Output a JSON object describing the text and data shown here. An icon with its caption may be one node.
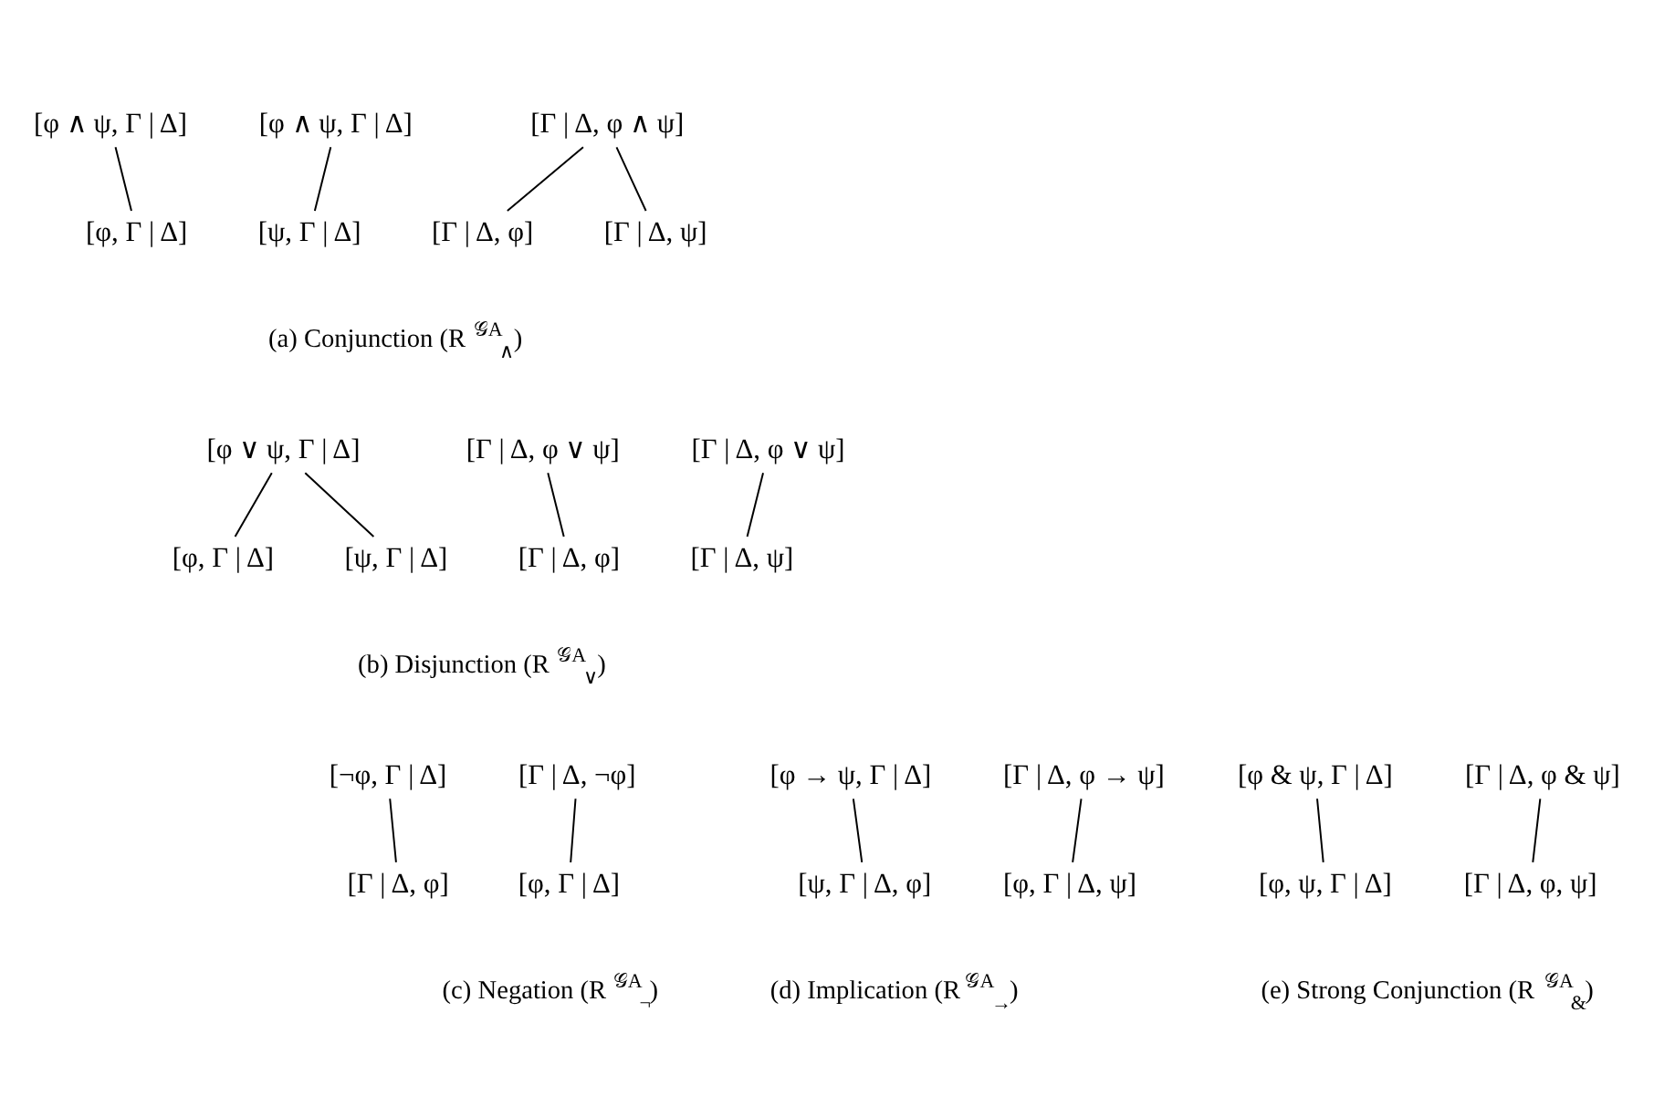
{
  "diagram": {
    "nodes": [
      {
        "text": [
          "[φ ∧ ψ, Γ | Δ]"
        ]
      },
      {
        "text": [
          "[φ, Γ | Δ]"
        ]
      },
      {
        "text": [
          "[φ ∧ ψ, Γ | Δ]"
        ]
      },
      {
        "text": [
          "[ψ, Γ | Δ]"
        ]
      },
      {
        "text": [
          "[Γ | Δ, φ ∧ ψ]"
        ]
      },
      {
        "text": [
          "[Γ | Δ, φ]"
        ]
      },
      {
        "text": [
          "[Γ | Δ, ψ]"
        ]
      },
      {
        "text": [
          "[φ ∨ ψ, Γ | Δ]"
        ]
      },
      {
        "text": [
          "[φ, Γ | Δ]"
        ]
      },
      {
        "text": [
          "[ψ, Γ | Δ]"
        ]
      },
      {
        "text": [
          "[Γ | Δ, φ ∨ ψ]"
        ]
      },
      {
        "text": [
          "[Γ | Δ, φ]"
        ]
      },
      {
        "text": [
          "[Γ | Δ, φ ∨ ψ]"
        ]
      },
      {
        "text": [
          "[Γ | Δ, ψ]"
        ]
      },
      {
        "text": [
          "[¬φ, Γ | Δ]"
        ]
      },
      {
        "text": [
          "[Γ | Δ, φ]"
        ]
      },
      {
        "text": [
          "[Γ | Δ, ¬φ]"
        ]
      },
      {
        "text": [
          "[φ, Γ | Δ]"
        ]
      },
      {
        "text": [
          "[φ → ψ, Γ | Δ]"
        ]
      },
      {
        "text": [
          "[ψ, Γ | Δ, φ]"
        ]
      },
      {
        "text": [
          "[Γ | Δ, φ → ψ]"
        ]
      },
      {
        "text": [
          "[φ, Γ | Δ, ψ]"
        ]
      },
      {
        "text": [
          "[φ & ψ, Γ | Δ]"
        ]
      },
      {
        "text": [
          "[φ, ψ, Γ | Δ]"
        ]
      },
      {
        "text": [
          "[Γ | Δ, φ & ψ]"
        ]
      },
      {
        "text": [
          "[Γ | Δ, φ, ψ]"
        ]
      }
    ],
    "edges": [
      {
        "from": 0,
        "to": 1,
        "arrow": "none"
      },
      {
        "from": 2,
        "to": 3,
        "arrow": "none"
      },
      {
        "from": 4,
        "to": 5,
        "arrow": "none"
      },
      {
        "from": 4,
        "to": 6,
        "arrow": "none"
      },
      {
        "from": 7,
        "to": 8,
        "arrow": "none"
      },
      {
        "from": 7,
        "to": 9,
        "arrow": "none"
      },
      {
        "from": 10,
        "to": 11,
        "arrow": "none"
      },
      {
        "from": 12,
        "to": 13,
        "arrow": "none"
      },
      {
        "from": 14,
        "to": 15,
        "arrow": "none"
      },
      {
        "from": 16,
        "to": 17,
        "arrow": "none"
      },
      {
        "from": 18,
        "to": 19,
        "arrow": "none"
      },
      {
        "from": 20,
        "to": 21,
        "arrow": "none"
      },
      {
        "from": 22,
        "to": 23,
        "arrow": "none"
      },
      {
        "from": 24,
        "to": 25,
        "arrow": "none"
      }
    ],
    "labels": [
      "(a) Conjunction (R$^{𝒢A}$$_{∧}$)",
      "(b) Disjunction (R$^{𝒢A}$$_{∨}$)",
      "(c) Negation (R$^{𝒢A}$$_{¬}$)",
      "(d) Implication (R$^{𝒢A}$$_{→}$)",
      "(e) Strong Conjunction (R$^{𝒢A}$$_{&}$)"
    ]
  }
}
